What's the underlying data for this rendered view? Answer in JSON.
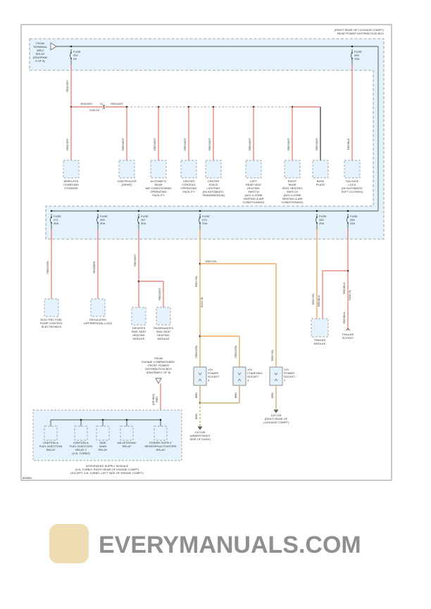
{
  "diagram_id": "846850",
  "watermark": "EVERYMANUALS.COM",
  "colors": {
    "red_wire": "#e8756e",
    "orange_wire": "#f0a864",
    "brown_wire": "#c9b374",
    "box_fill": "#e4f2fb",
    "box_border": "#8a8a8a",
    "bus": "#555555"
  },
  "top_box": {
    "location": [
      "(RIGHT REAR OF LUGGAGE COMPT)",
      "REAR POWER DISTRIBUTION BOX"
    ],
    "from": [
      "FROM",
      "TERMINAL",
      "30B-2",
      "RELAY",
      "(DIAGRAM",
      "6 OF 8)"
    ]
  },
  "top_fuses": [
    {
      "label": "FUSE",
      "number": "252",
      "rating": "5A"
    },
    {
      "label": "FUSE",
      "number": "264",
      "rating": "10A"
    }
  ],
  "splice": {
    "wire_left": "RED/GRY",
    "connector": "21",
    "wire_right": "RED/WHT",
    "ref": "S248 1B"
  },
  "top_components": [
    {
      "label": [
        "WIRELESS",
        "CHARGING",
        "STORAGE"
      ],
      "wire": "RED/GRY"
    },
    {
      "label": [
        "CONTROLLER",
        "(DRIVE)"
      ],
      "wire": "RED/WHT"
    },
    {
      "label": [
        "AUTOMATIC",
        "REAR",
        "AIR CONDITIONING",
        "OPERATING",
        "FACILITY"
      ],
      "wire": "RED/WHT"
    },
    {
      "label": [
        "CENTER",
        "CONSOLE",
        "OPERATING",
        "FACILITY"
      ],
      "wire": "RED/WHT"
    },
    {
      "label": [
        "CENTER",
        "STACK",
        "LIGHTING",
        "(W/ AUTOMATIC",
        "TRANSMISSION)"
      ],
      "wire": "RED/WHT"
    },
    {
      "label": [
        "LEFT",
        "REAR SEAT",
        "HEATING",
        "SWITCH",
        "(W/O 4-ZONE",
        "HEATING & AIR",
        "CONDITIONING)"
      ],
      "wire": "RED/WHT"
    },
    {
      "label": [
        "RIGHT",
        "REAR",
        "SEAT HEATING",
        "SWITCH",
        "(W/O 4-ZONE",
        "HEATING & AIR",
        "CONDITIONING)"
      ],
      "wire": "RED/WHT"
    },
    {
      "label": [
        "BASE",
        "PLATE"
      ],
      "wire": "RED/WHT"
    },
    {
      "label": [
        "TAILGATE",
        "LOCK",
        "(W/ AUTOMATIC",
        "SOFT CLOSING)"
      ],
      "wire": "RED/BLK"
    }
  ],
  "lower_fuses": [
    {
      "label": "FUSE",
      "number": "271",
      "rating": "30A"
    },
    {
      "label": "FUSE",
      "number": "269",
      "rating": "30A"
    },
    {
      "label": "FUSE",
      "number": "267",
      "rating": "30A"
    },
    {
      "label": "FUSE",
      "number": "273",
      "rating": "20A"
    },
    {
      "label": "FUSE",
      "number": "282",
      "rating": "20A"
    },
    {
      "label": "FUSE",
      "number": "284",
      "rating": "25A"
    }
  ],
  "lower_components": {
    "fuel_pump": {
      "label": [
        "ELECTRIC FUEL",
        "PUMP CONTROL",
        "ELECTRONICS"
      ],
      "wire": "RED/GRN"
    },
    "diff_lock": {
      "label": [
        "REGULATED",
        "DIFFERENTIAL LOCK"
      ],
      "wire": "RED/BRN"
    },
    "driver_seat": {
      "label": [
        "DRIVER'S",
        "SIDE SEAT",
        "HEATING",
        "MODULE"
      ],
      "wire": "RED/WHT"
    },
    "passenger_seat": {
      "label": [
        "PASSENGER'S",
        "SIDE SEAT",
        "HEATING",
        "MODULE"
      ],
      "wire": "RED/WHT"
    },
    "socket_3": {
      "label": [
        "12V",
        "POWER",
        "SOCKET",
        "3"
      ],
      "wire": "RED/GRN"
    },
    "socket_4": {
      "label": [
        "12V",
        "CHARGING",
        "SOCKET",
        "4"
      ],
      "wire": "RED/GRN"
    },
    "socket_2": {
      "label": [
        "12V",
        "POWER",
        "SOCKET",
        "2"
      ],
      "wire": "RED/YEL"
    },
    "trailer_module": {
      "label": [
        "TRAILER",
        "MODULE"
      ],
      "wire": "RED/YEL",
      "wire2": "RED/BLK"
    },
    "trailer_socket": {
      "label": [
        "TRAILER",
        "SOCKET"
      ],
      "wire": "RED/BLK",
      "ref": "S306 1B"
    }
  },
  "power_wires": {
    "main": "RED/YEL",
    "branch": "RED/YEL",
    "ref": "S245 1B",
    "ground_wire": "BRN"
  },
  "grounds": [
    {
      "label": [
        "Z10 128",
        "(UNDER RIGHT",
        "SIDE OF DASH)"
      ]
    },
    {
      "label": [
        "Z10 128",
        "(RIGHT REAR OF",
        "LUGGAGE COMPT)"
      ]
    }
  ],
  "engine_feed": {
    "label": [
      "FROM",
      "ENGINE COMPARTMENT",
      "FRONT POWER",
      "DISTRIBUTION BOX",
      "(DIAGRAM 1 OF 8)"
    ],
    "wire": "RED",
    "note": "(OR BLK)"
  },
  "supply_module": {
    "relays": [
      [
        "IGNITION &",
        "FUEL INJECTION",
        "RELAY"
      ],
      [
        "IGNITION &",
        "FUEL INJECTION",
        "RELAY 2",
        "(4.4L TURBO)"
      ],
      [
        "DME",
        "MAIN",
        "RELAY"
      ],
      [
        "VALVETRONIC",
        "RELAY"
      ],
      [
        "POWER SUPPLY",
        "SENSORS/ACTUATORS",
        "RELAY"
      ]
    ],
    "label": [
      "INTEGRATED SUPPLY MODULE",
      "(4.4L TURBO: RIGHT REAR OF ENGINE COMPT)",
      "(EXCEPT 4.4L TURBO: LEFT SIDE OF ENGINE COMPT)"
    ]
  }
}
